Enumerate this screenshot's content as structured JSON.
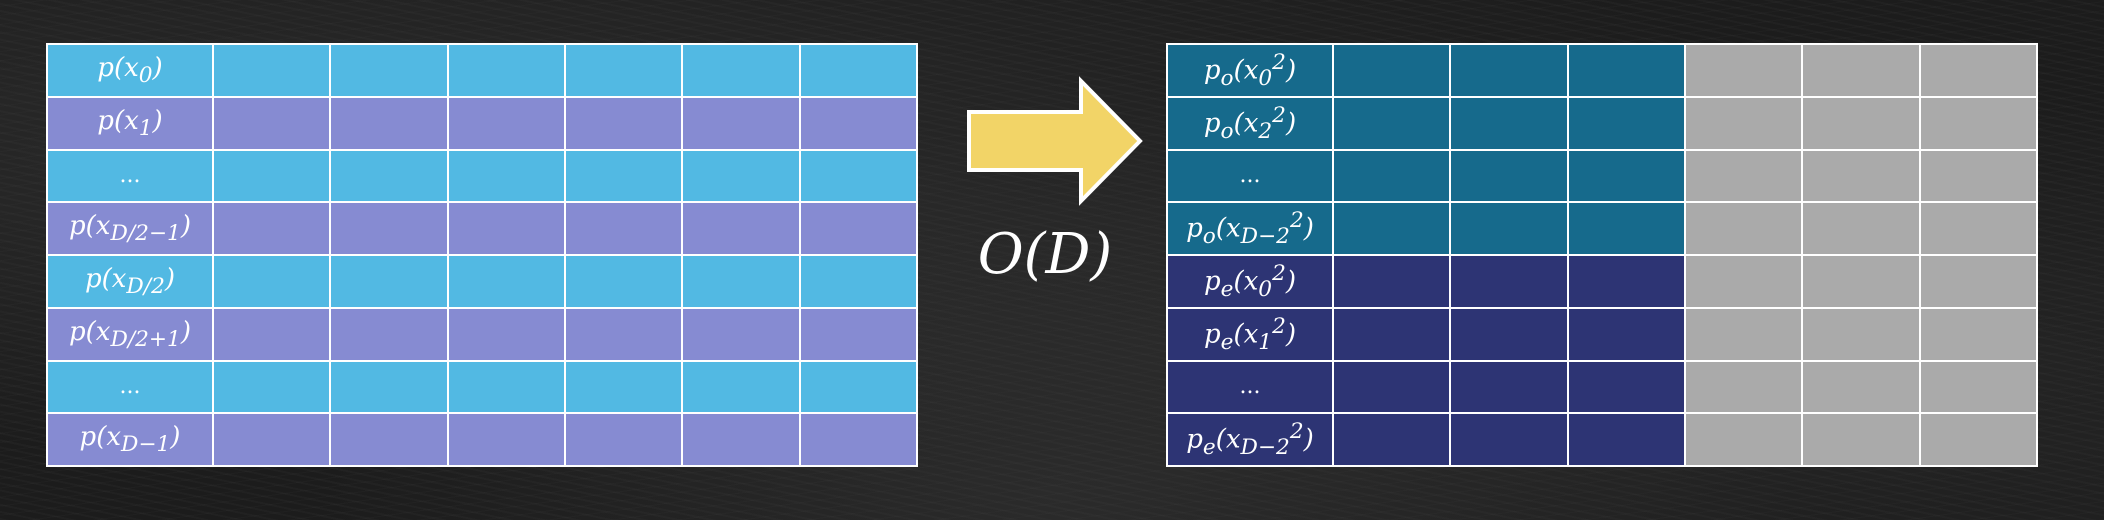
{
  "left_table": {
    "row_labels": [
      "p(x0)",
      "p(x1)",
      "...",
      "p(xD/2-1)",
      "p(xD/2)",
      "p(xD/2+1)",
      "...",
      "p(xD-1)"
    ],
    "row_colors": [
      "#52b9e3",
      "#868bd2",
      "#52b9e3",
      "#868bd2",
      "#52b9e3",
      "#868bd2",
      "#52b9e3",
      "#868bd2"
    ],
    "data_columns": 6
  },
  "arrow": {
    "color": "#f2d467",
    "label": "O(D)"
  },
  "right_table": {
    "row_labels": [
      "po(x0^2)",
      "po(x2^2)",
      "...",
      "po(xD-2^2)",
      "pe(x0^2)",
      "pe(x1^2)",
      "...",
      "pe(xD-2^2)"
    ],
    "colors": {
      "odd": "#166a8c",
      "even": "#2d3474",
      "unused": "#aaaaaa"
    },
    "filled_columns": 3,
    "unused_columns": 3
  }
}
